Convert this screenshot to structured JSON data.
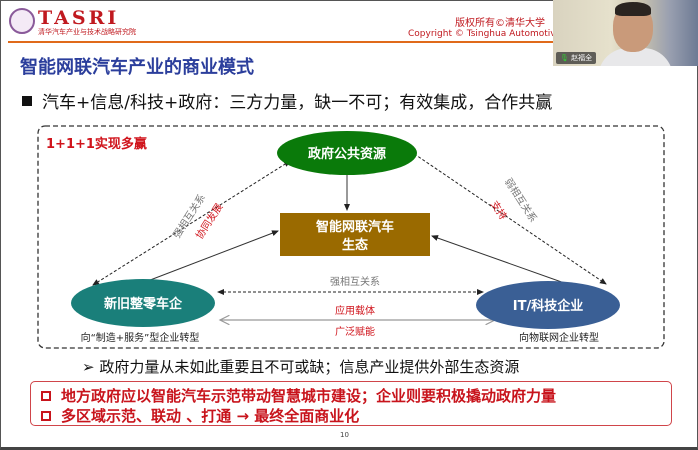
{
  "header": {
    "logo_name": "TASRI",
    "logo_subtitle": "清华汽车产业与技术战略研究院",
    "copyright_cn": "版权所有©清华大学",
    "copyright_en": "Copyright © Tsinghua Automotive St"
  },
  "webcam": {
    "participant_name": "赵福全",
    "mic_icon": "microphone-icon"
  },
  "slide": {
    "title": "智能网联汽车产业的商业模式",
    "bullet": "汽车+信息/科技+政府：三方力量，缺一不可；有效集成，合作共赢",
    "diagram": {
      "corner_label": "1+1+1实现多赢",
      "gov": "政府公共资源",
      "center_line1": "智能网联汽车",
      "center_line2": "生态",
      "automakers": "新旧整零车企",
      "it": "IT/科技企业",
      "left_rel": "强相互关系",
      "left_rel_red": "协同发展",
      "right_rel": "弱相互关系",
      "right_rel_red": "支持",
      "bottom_rel": "强相互关系",
      "bottom_red1": "应用载体",
      "bottom_red2": "广泛赋能",
      "automakers_note": "向“制造+服务”型企业转型",
      "it_note": "向物联网企业转型"
    },
    "sub_bullet": "政府力量从未如此重要且不可或缺；信息产业提供外部生态资源",
    "red_points": [
      "地方政府应以智能汽车示范带动智慧城市建设；企业则要积极撬动政府力量",
      "多区域示范、联动 、打通 → 最终全面商业化"
    ],
    "page_number": "10"
  },
  "colors": {
    "accent_red": "#c8141c",
    "title_blue": "#2b3e9c",
    "gov_green": "#0a7a0a",
    "eco_brown": "#9a6a00",
    "auto_teal": "#1a7f7a",
    "it_blue": "#3a5f95"
  }
}
